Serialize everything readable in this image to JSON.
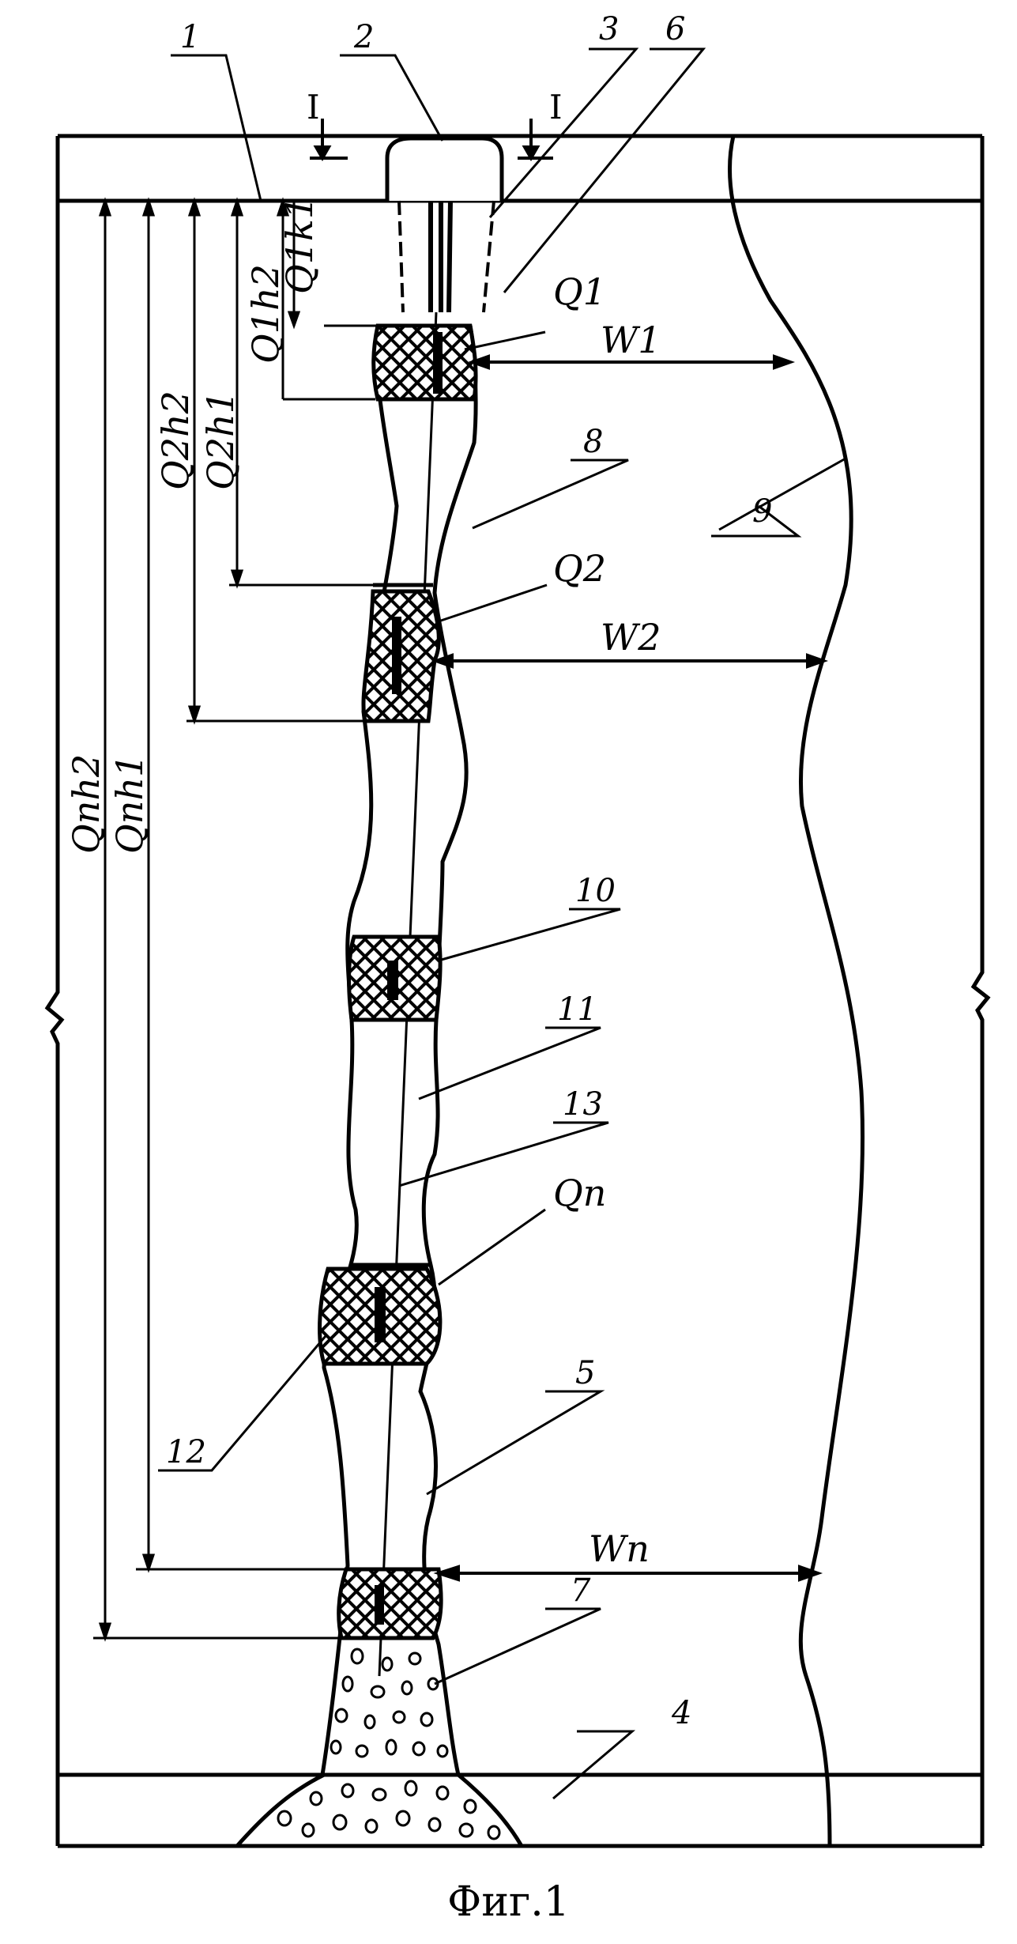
{
  "figure": {
    "caption": "Фиг.1",
    "section_marks": [
      "I",
      "I"
    ],
    "callouts": {
      "c1": "1",
      "c2": "2",
      "c3": "3",
      "c6": "6",
      "c8": "8",
      "c9": "9",
      "c10": "10",
      "c11": "11",
      "c13": "13",
      "c12": "12",
      "c5": "5",
      "c7": "7",
      "c4": "4"
    },
    "charges": {
      "q1": "Q1",
      "q2": "Q2",
      "qn": "Qn"
    },
    "burdens": {
      "w1": "W1",
      "w2": "W2",
      "wn": "Wn"
    },
    "dimensions": {
      "q1k1": "Q1k1",
      "q1h2": "Q1h2",
      "q2h2": "Q2h2",
      "q2h1": "Q2h1",
      "qnh2": "Qnh2",
      "qnh1": "Qnh1"
    }
  }
}
